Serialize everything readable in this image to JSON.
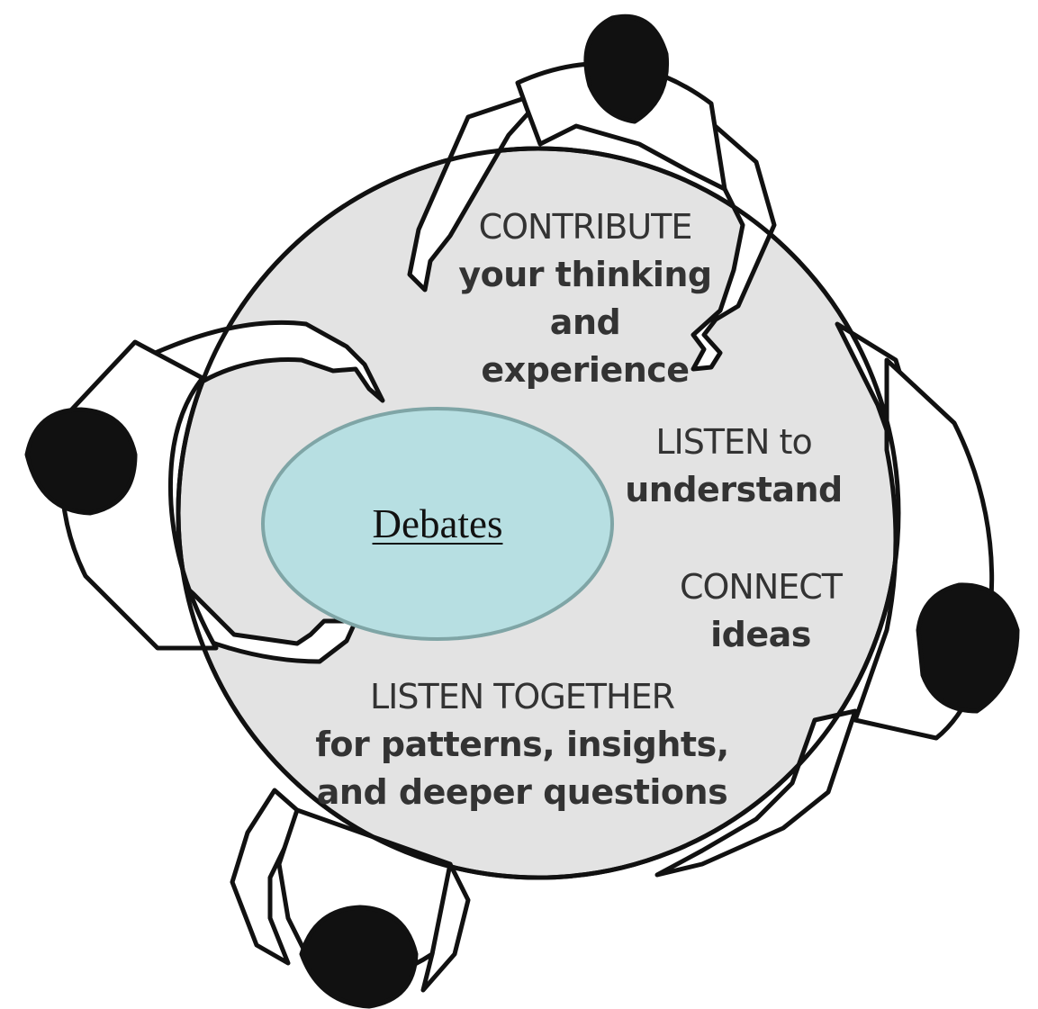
{
  "center": {
    "label": "Debates",
    "fill": "#b7dfe2",
    "stroke": "#7fa5a6"
  },
  "table": {
    "fill": "#e3e3e3",
    "stroke": "#111111"
  },
  "phrases": {
    "contribute": {
      "head": "CONTRIBUTE",
      "body": [
        "your thinking",
        "and",
        "experience"
      ]
    },
    "listen": {
      "head": "LISTEN to",
      "body": [
        "understand"
      ]
    },
    "connect": {
      "head": "CONNECT",
      "body": [
        "ideas"
      ]
    },
    "together": {
      "head": "LISTEN TOGETHER",
      "body": [
        "for patterns, insights,",
        "and deeper questions"
      ]
    }
  }
}
